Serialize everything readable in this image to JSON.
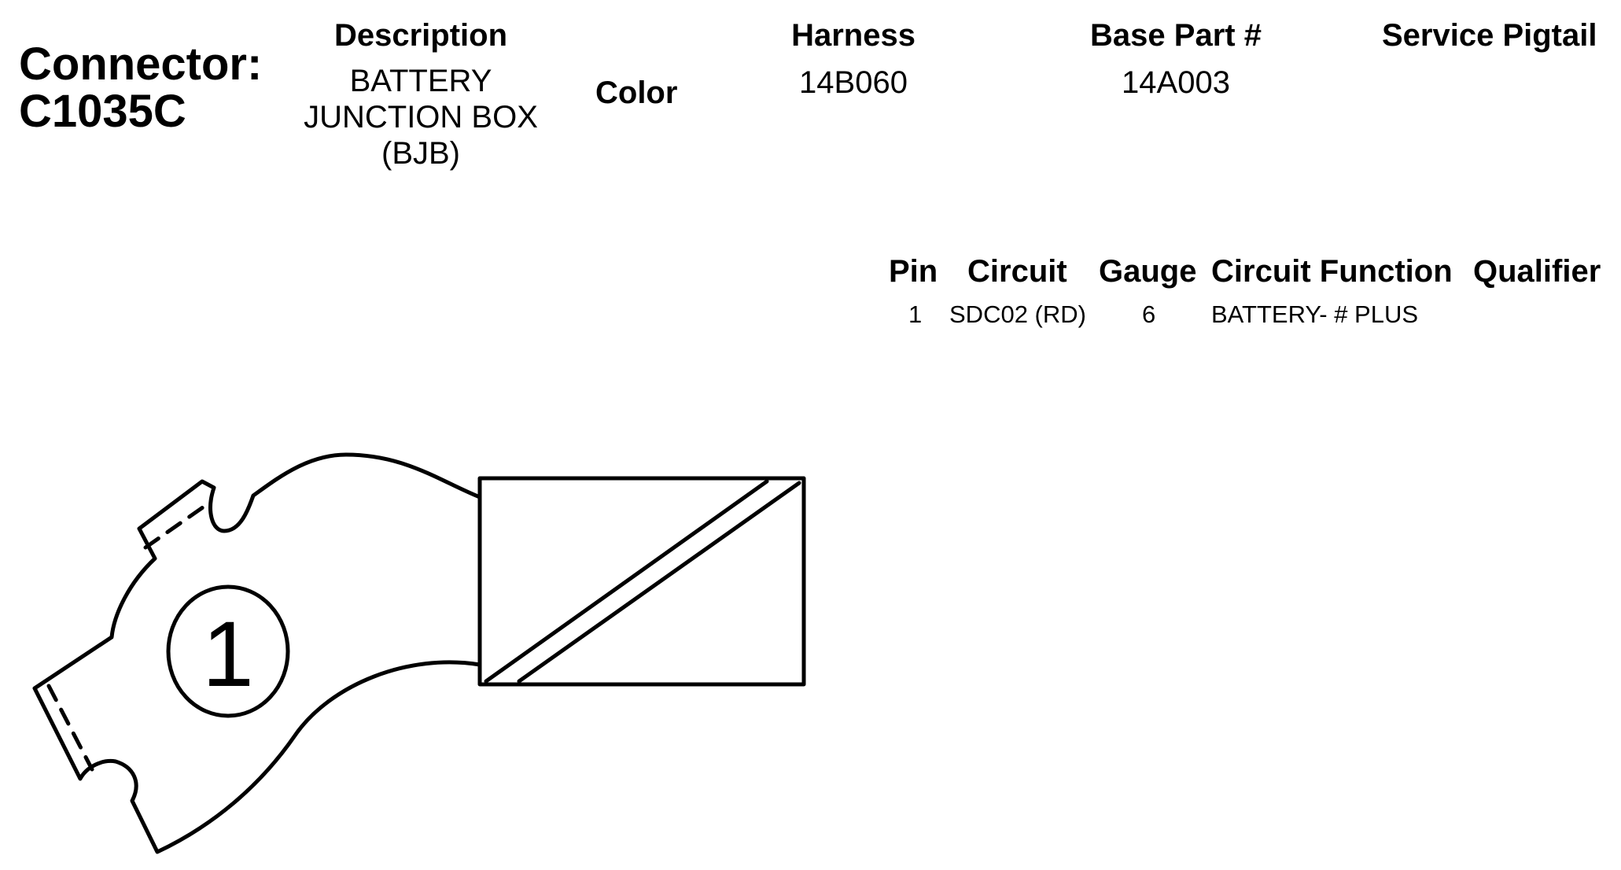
{
  "connector": {
    "label": "Connector:",
    "id": "C1035C"
  },
  "headers": {
    "description": "Description",
    "color": "Color",
    "harness": "Harness",
    "base_part": "Base Part #",
    "service_pigtail": "Service Pigtail"
  },
  "values": {
    "description_lines": [
      "BATTERY",
      "JUNCTION BOX",
      "(BJB)"
    ],
    "harness": "14B060",
    "base_part": "14A003"
  },
  "pin_table": {
    "columns": {
      "pin": "Pin",
      "circuit": "Circuit",
      "gauge": "Gauge",
      "circuit_function": "Circuit Function",
      "qualifier": "Qualifier"
    },
    "rows": [
      {
        "pin": "1",
        "circuit": "SDC02 (RD)",
        "gauge": "6",
        "circuit_function": "BATTERY- # PLUS",
        "qualifier": ""
      }
    ]
  },
  "drawing": {
    "pin_label": "1"
  }
}
